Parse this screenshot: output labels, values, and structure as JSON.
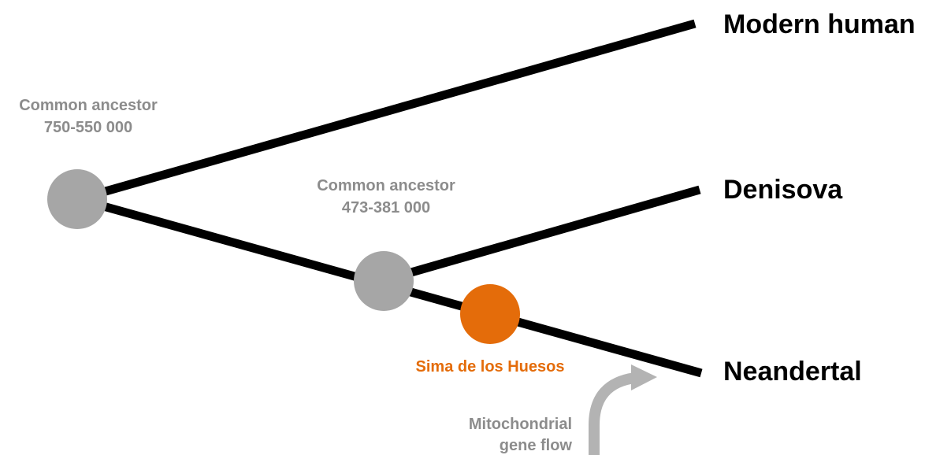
{
  "colors": {
    "branch": "#000000",
    "ancestor_node": "#a6a6a6",
    "ancestor_text": "#8c8c8c",
    "sima_node": "#e46c0a",
    "sima_text": "#e46c0a",
    "gene_flow_arrow": "#b3b3b3",
    "gene_flow_text": "#8c8c8c"
  },
  "taxa": {
    "modern_human": "Modern human",
    "denisova": "Denisova",
    "neandertal": "Neandertal"
  },
  "root_ancestor": {
    "line1": "Common ancestor",
    "line2": "750-550 000"
  },
  "inner_ancestor": {
    "line1": "Common ancestor",
    "line2": "473-381 000"
  },
  "sima": {
    "label": "Sima de los Huesos"
  },
  "gene_flow": {
    "line1": "Mitochondrial",
    "line2": "gene flow"
  }
}
